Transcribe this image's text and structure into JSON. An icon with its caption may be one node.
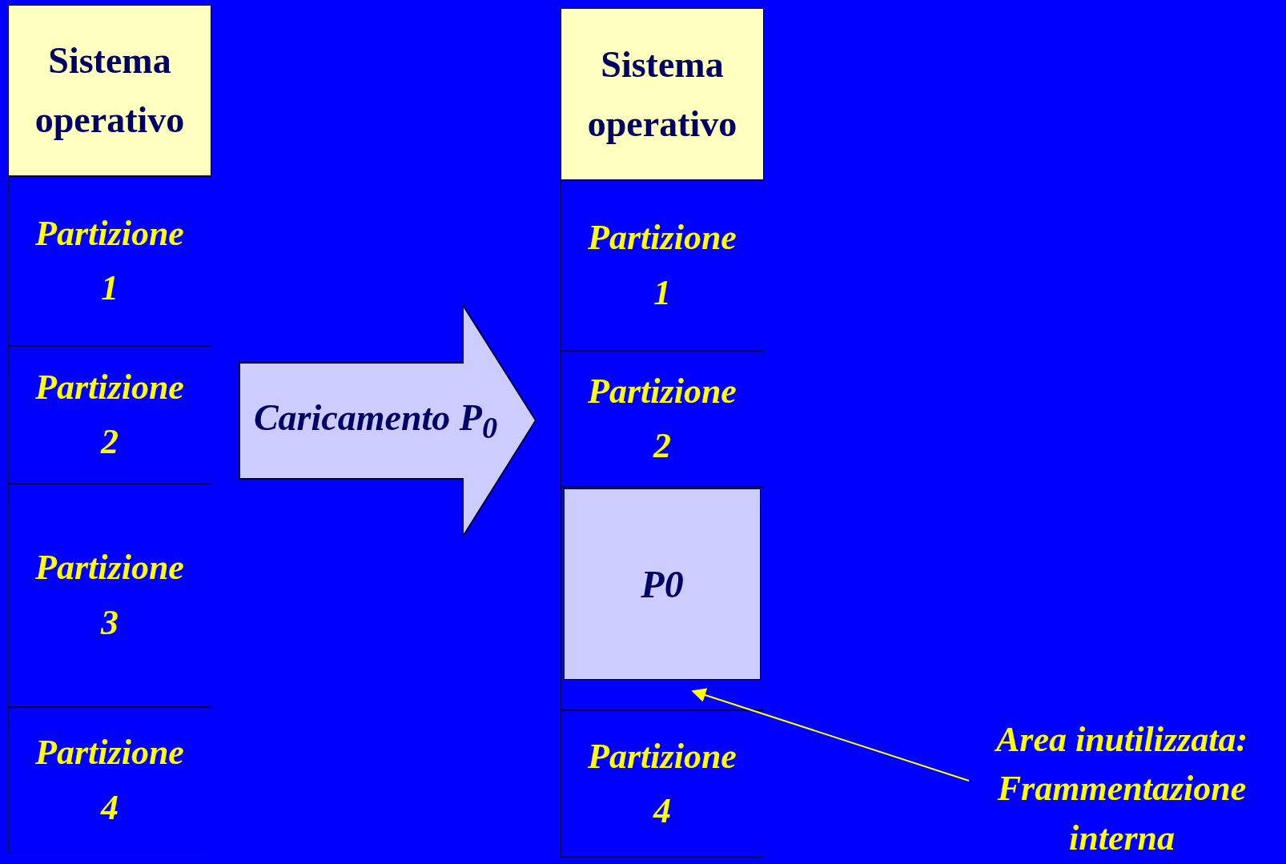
{
  "diagram": {
    "nodes": [
      {
        "text": [
          "Sistema operativo"
        ]
      },
      {
        "text": [
          "Partizione 1"
        ]
      },
      {
        "text": [
          "Partizione 2"
        ]
      },
      {
        "text": [
          "Partizione 3"
        ]
      },
      {
        "text": [
          "Partizione 4"
        ]
      },
      {
        "text": [
          "Caricamento P$_{0}$"
        ]
      },
      {
        "text": [
          "Sistema operativo"
        ]
      },
      {
        "text": [
          "Partizione 1"
        ]
      },
      {
        "text": [
          "Partizione 2"
        ]
      },
      {
        "text": [],
        "shape": "box"
      },
      {
        "text": [
          "P0"
        ],
        "in": 9
      },
      {
        "text": [
          "Partizione 4"
        ]
      },
      {
        "text": [
          "Area inutilizzata: Frammentazione interna"
        ]
      }
    ],
    "edges": [
      {
        "from": 12,
        "to": 9,
        "arrow": "to"
      }
    ]
  }
}
